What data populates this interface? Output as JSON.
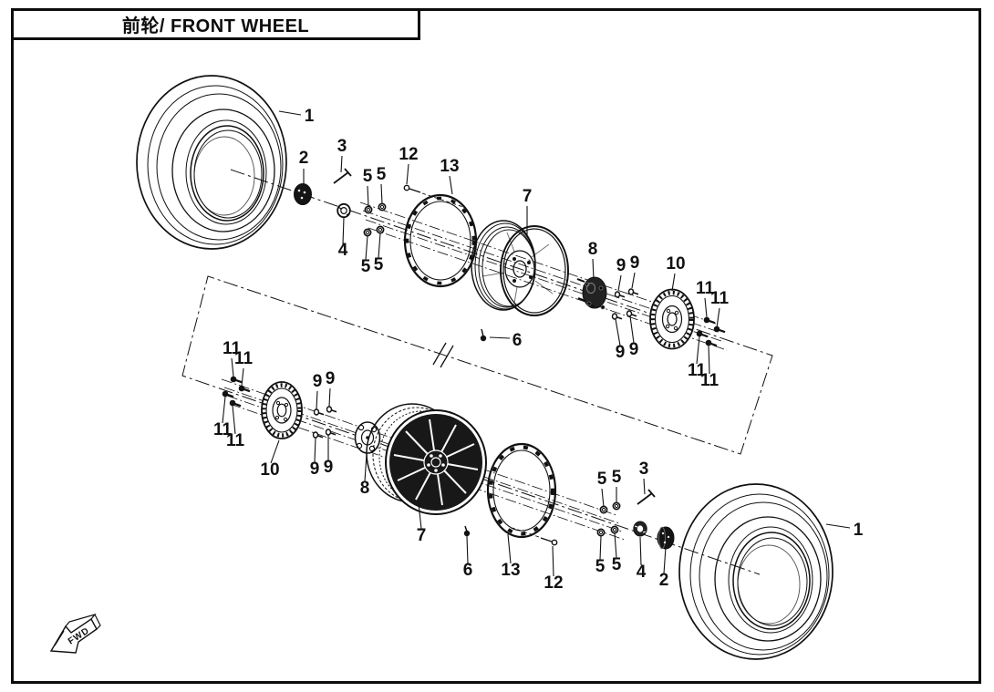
{
  "title": {
    "text": "前轮/ FRONT WHEEL"
  },
  "fwd_marker": {
    "text": "FWD"
  },
  "part_numbers_shown": [
    "1",
    "2",
    "3",
    "4",
    "5",
    "6",
    "7",
    "8",
    "9",
    "10",
    "11",
    "12",
    "13"
  ],
  "colors": {
    "ink": "#111111",
    "paper": "#ffffff"
  },
  "callouts": {
    "upper": [
      "1",
      "2",
      "3",
      "4",
      "5",
      "5",
      "5",
      "5",
      "12",
      "13",
      "7",
      "6",
      "8",
      "9",
      "9",
      "9",
      "9",
      "10",
      "11",
      "11",
      "11",
      "11"
    ],
    "lower": [
      "11",
      "11",
      "11",
      "11",
      "10",
      "9",
      "9",
      "9",
      "9",
      "8",
      "7",
      "6",
      "13",
      "12",
      "5",
      "5",
      "5",
      "5",
      "3",
      "4",
      "2",
      "1"
    ]
  }
}
